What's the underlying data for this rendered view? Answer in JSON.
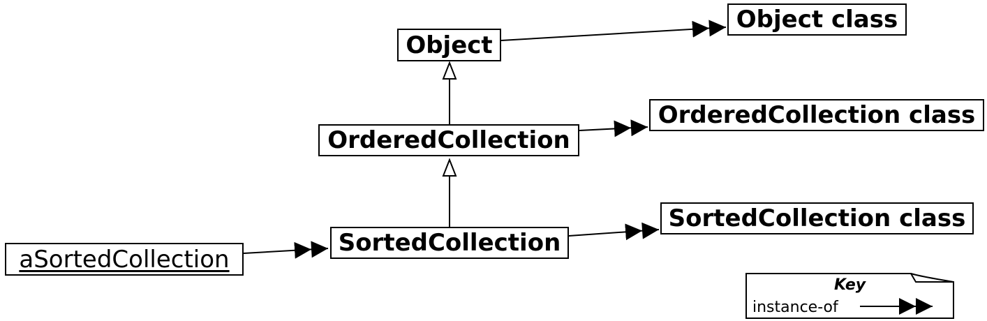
{
  "nodes": {
    "object": "Object",
    "object_class": "Object class",
    "ordered_collection": "OrderedCollection",
    "ordered_collection_class": "OrderedCollection class",
    "sorted_collection": "SortedCollection",
    "sorted_collection_class": "SortedCollection class",
    "a_sorted_collection": "aSortedCollection"
  },
  "key": {
    "title": "Key",
    "instance_of_label": "instance-of"
  }
}
